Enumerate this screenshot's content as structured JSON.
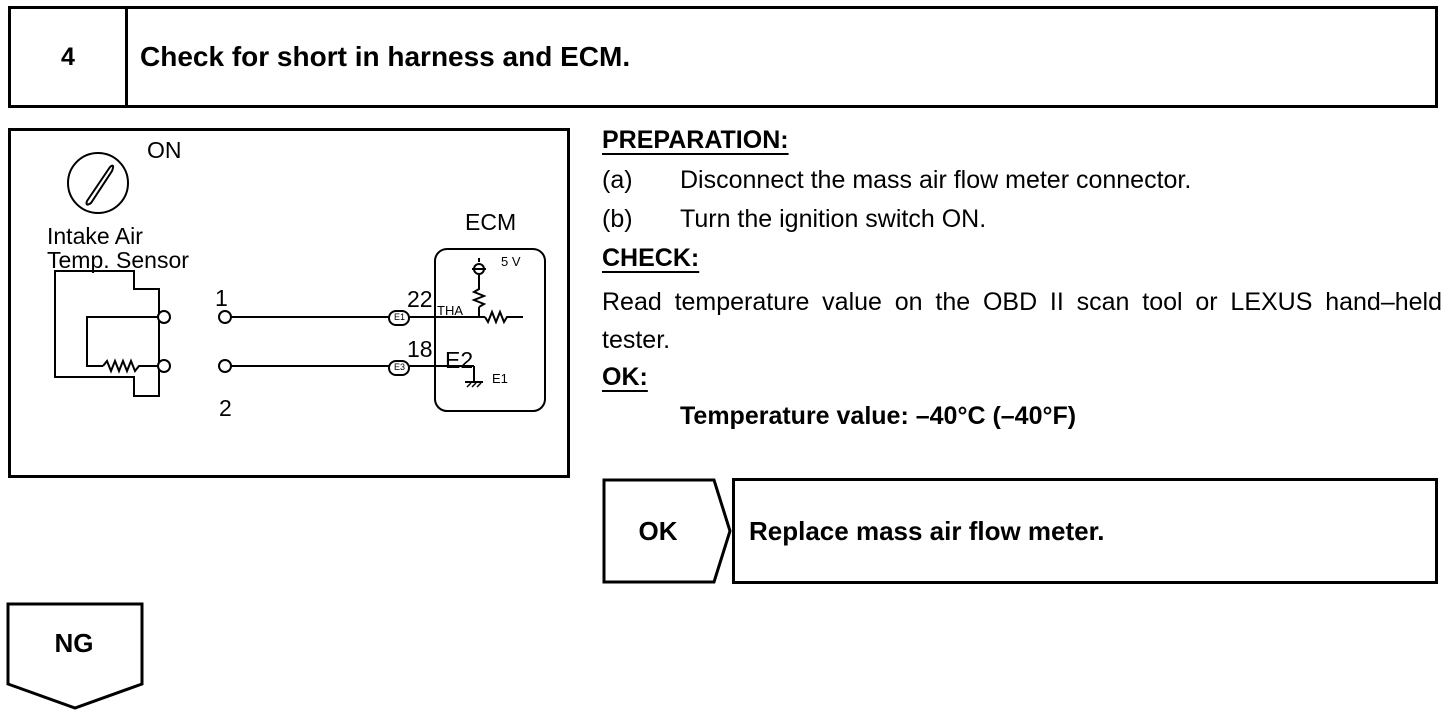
{
  "step": {
    "number": "4",
    "title": "Check for short in harness and ECM."
  },
  "diagram": {
    "switch_label": "ON",
    "sensor_label_line1": "Intake Air",
    "sensor_label_line2": "Temp. Sensor",
    "ecm_label": "ECM",
    "voltage_label": "5 V",
    "pin_1": "1",
    "pin_2": "2",
    "terminal_22": "22",
    "terminal_18": "18",
    "connector_top": "E1",
    "connector_bottom": "E3",
    "signal_tha": "THA",
    "signal_e2": "E2",
    "ground_e1": "E1"
  },
  "preparation": {
    "heading": "PREPARATION:",
    "items": [
      {
        "label": "(a)",
        "text": "Disconnect the mass air flow meter connector."
      },
      {
        "label": "(b)",
        "text": "Turn the ignition switch ON."
      }
    ]
  },
  "check": {
    "heading": "CHECK:",
    "body": "Read temperature value on the OBD II scan tool or LEXUS hand–held tester."
  },
  "ok": {
    "heading": "OK:",
    "value": "Temperature value: –40°C (–40°F)"
  },
  "ok_result": {
    "label": "OK",
    "action": "Replace mass air flow meter."
  },
  "ng_result": {
    "label": "NG"
  }
}
